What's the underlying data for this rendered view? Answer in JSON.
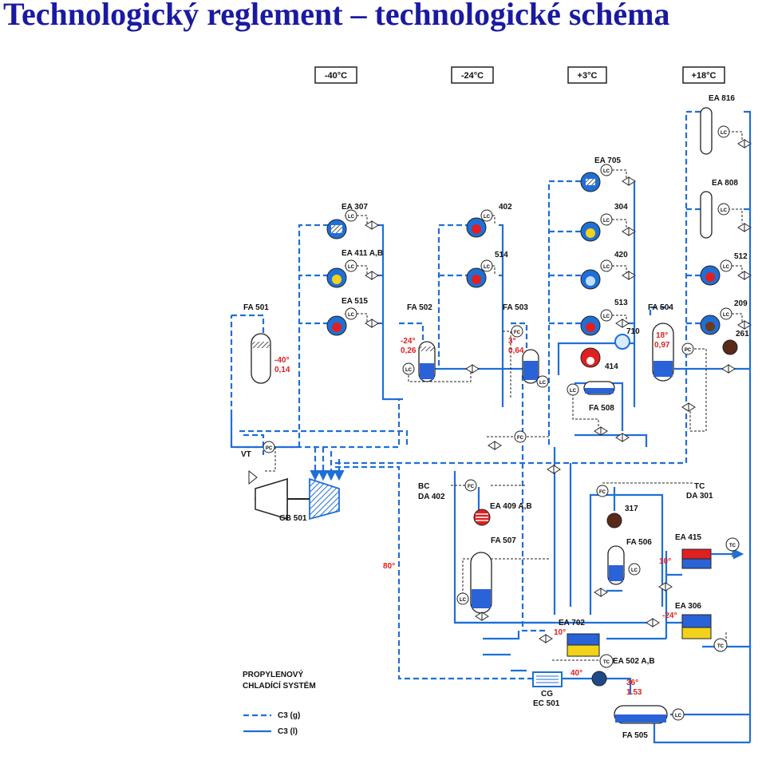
{
  "title": "Technologický reglement – technologické schéma",
  "temperature_zones": [
    "-40°C",
    "-24°C",
    "+3°C",
    "+18°C"
  ],
  "equipment": {
    "ea816": "EA 816",
    "ea808": "EA 808",
    "ea705": "EA 705",
    "e304": "304",
    "e420": "420",
    "e513": "513",
    "e710": "710",
    "e402": "402",
    "e514": "514",
    "e414": "414",
    "ea307": "EA 307",
    "ea411": "EA 411 A,B",
    "ea515": "EA 515",
    "e512": "512",
    "e209": "209",
    "e261": "261",
    "fa501": "FA 501",
    "fa502": "FA 502",
    "fa503": "FA 503",
    "fa504": "FA 504",
    "fa508": "FA 508",
    "fa507": "FA 507",
    "fa506": "FA 506",
    "fa505": "FA 505",
    "gb501": "GB 501",
    "vt": "VT",
    "da402_bc": "BC",
    "da402": "DA 402",
    "da301_tc": "TC",
    "da301": "DA 301",
    "ea409": "EA 409 A,B",
    "e317": "317",
    "ea415": "EA 415",
    "ea306": "EA 306",
    "ea702": "EA 702",
    "ea502": "EA 502 A,B",
    "ec501_cg": "CG",
    "ec501": "EC 501"
  },
  "instruments": {
    "lc": "LC",
    "pc": "PC",
    "fc": "FC",
    "tc": "TC"
  },
  "conditions": {
    "fa501_t": "-40°",
    "fa501_p": "0,14",
    "fa502_t": "-24°",
    "fa502_p": "0,26",
    "fa503_t": "3°",
    "fa503_p": "0,64",
    "fa504_t": "18°",
    "fa504_p": "0,97",
    "ea415_t": "10°",
    "ea306_t": "-24°",
    "ea702_t": "10°",
    "ec501_t": "40°",
    "fa505_t": "36°",
    "fa505_p": "1.53",
    "line_t": "80°"
  },
  "legend": {
    "title_line1": "PROPYLENOVÝ",
    "title_line2": "CHLADÍCÍ SYSTÉM",
    "gas": "C3 (g)",
    "liquid": "C3 (l)"
  },
  "colors": {
    "title": "#1a1aa0",
    "process_line": "#1f6fd6",
    "cold_blue": "#2a62d8",
    "hot_red": "#e02020",
    "yellow": "#f2d21a"
  }
}
